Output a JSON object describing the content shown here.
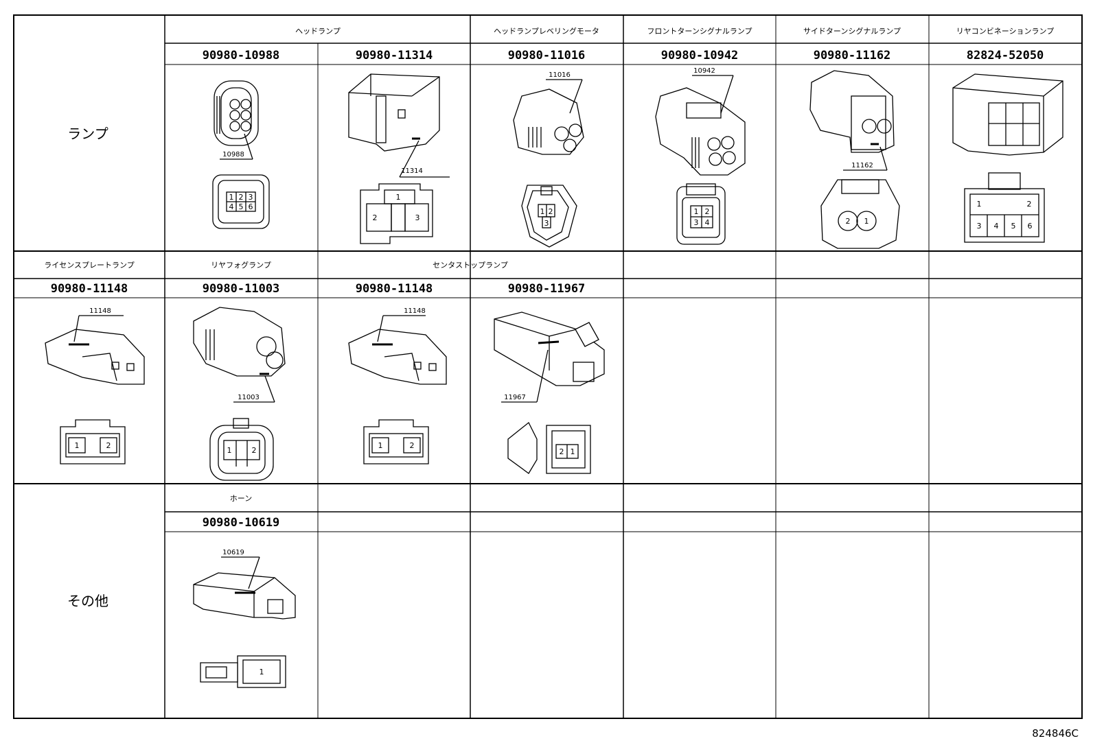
{
  "categories": {
    "lamp": "ランプ",
    "other": "その他"
  },
  "row1": {
    "headers": [
      "ヘッドランプ",
      "ヘッドランプレベリングモータ",
      "フロントターンシグナルランプ",
      "サイドターンシグナルランプ",
      "リヤコンビネーションランプ"
    ],
    "part_numbers": [
      "90980-10988",
      "90980-11314",
      "90980-11016",
      "90980-10942",
      "90980-11162",
      "82824-52050"
    ]
  },
  "row2": {
    "headers": [
      "ライセンスプレートランプ",
      "リヤフォグランプ",
      "センタストップランプ"
    ],
    "part_numbers": [
      "90980-11148",
      "90980-11003",
      "90980-11148",
      "90980-11967"
    ]
  },
  "row3": {
    "headers": [
      "ホーン"
    ],
    "part_numbers": [
      "90980-10619"
    ]
  },
  "callouts": {
    "c10988": "10988",
    "c11314": "11314",
    "c11016": "11016",
    "c10942": "10942",
    "c11162": "11162",
    "c11148a": "11148",
    "c11003": "11003",
    "c11148b": "11148",
    "c11967": "11967",
    "c10619": "10619"
  },
  "pins": {
    "p1": "1",
    "p2": "2",
    "p3": "3",
    "p4": "4",
    "p5": "5",
    "p6": "6"
  },
  "diagram_ref": "824846C"
}
